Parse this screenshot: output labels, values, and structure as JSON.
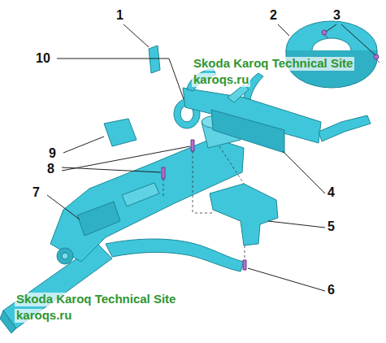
{
  "diagram": {
    "labels": [
      "1",
      "2",
      "3",
      "10",
      "Skoda Karoq Technical Site",
      "karoqs.ru",
      "9",
      "8",
      "4",
      "7",
      "5",
      "6",
      "Skoda Karoq Technical Site",
      "karoqs.ru"
    ]
  }
}
